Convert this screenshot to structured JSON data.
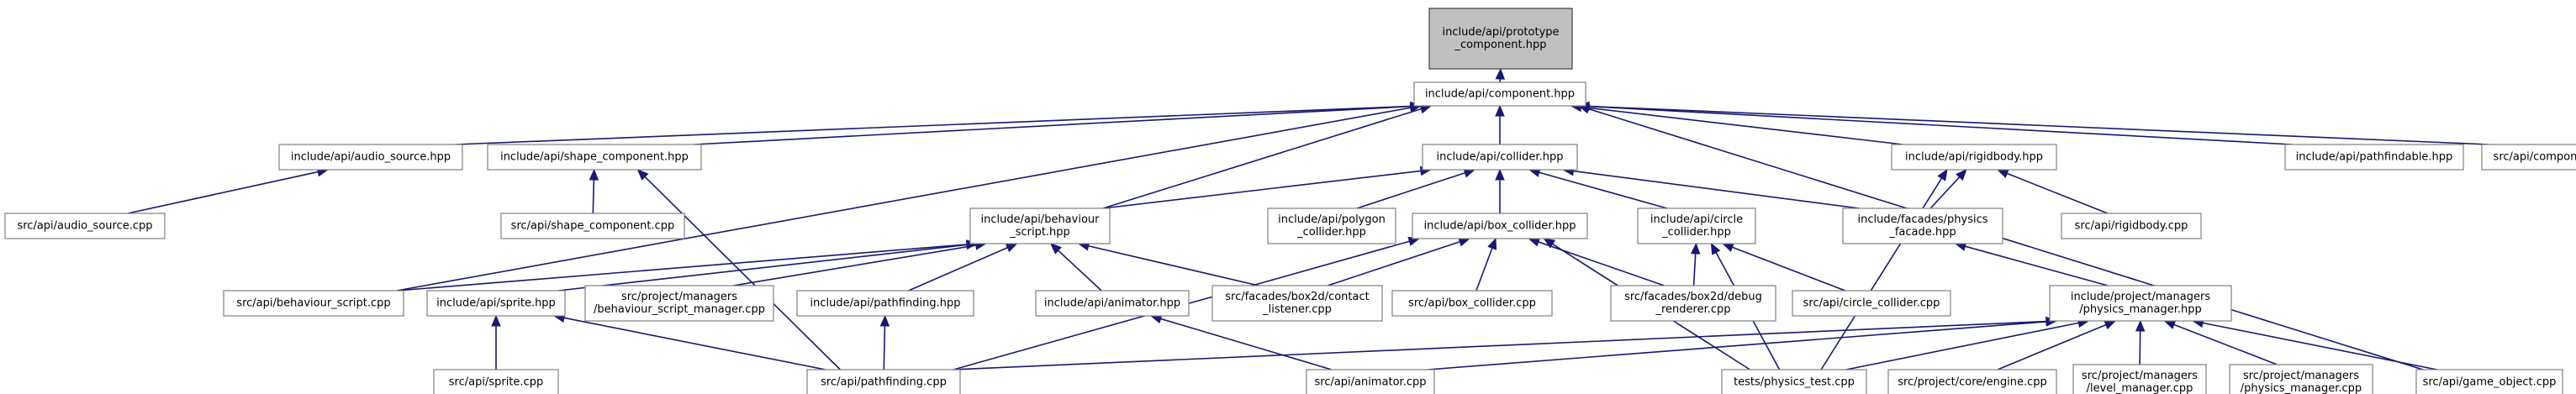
{
  "colors": {
    "edge": "#191970",
    "node_border": "#808080",
    "root_fill": "#c0c0c0"
  },
  "nodes": [
    {
      "id": "n_proto",
      "lines": [
        "include/api/prototype",
        "_component.hpp"
      ],
      "root": true
    },
    {
      "id": "n_comp",
      "lines": [
        "include/api/component.hpp"
      ]
    },
    {
      "id": "n_audio",
      "lines": [
        "include/api/audio_source.hpp"
      ]
    },
    {
      "id": "n_shape",
      "lines": [
        "include/api/shape_component.hpp"
      ]
    },
    {
      "id": "n_coll",
      "lines": [
        "include/api/collider.hpp"
      ]
    },
    {
      "id": "n_rigid",
      "lines": [
        "include/api/rigidbody.hpp"
      ]
    },
    {
      "id": "n_pathable",
      "lines": [
        "include/api/pathfindable.hpp"
      ]
    },
    {
      "id": "n_compcpp",
      "lines": [
        "src/api/component.cpp"
      ]
    },
    {
      "id": "n_audiocpp",
      "lines": [
        "src/api/audio_source.cpp"
      ]
    },
    {
      "id": "n_shapecpp",
      "lines": [
        "src/api/shape_component.cpp"
      ]
    },
    {
      "id": "n_bscript",
      "lines": [
        "include/api/behaviour",
        "_script.hpp"
      ]
    },
    {
      "id": "n_polygon",
      "lines": [
        "include/api/polygon",
        "_collider.hpp"
      ]
    },
    {
      "id": "n_box",
      "lines": [
        "include/api/box_collider.hpp"
      ]
    },
    {
      "id": "n_circle",
      "lines": [
        "include/api/circle",
        "_collider.hpp"
      ]
    },
    {
      "id": "n_physfacade",
      "lines": [
        "include/facades/physics",
        "_facade.hpp"
      ]
    },
    {
      "id": "n_rigidcpp",
      "lines": [
        "src/api/rigidbody.cpp"
      ]
    },
    {
      "id": "n_bscriptcpp",
      "lines": [
        "src/api/behaviour_script.cpp"
      ]
    },
    {
      "id": "n_sprite",
      "lines": [
        "include/api/sprite.hpp"
      ]
    },
    {
      "id": "n_bsmgr",
      "lines": [
        "src/project/managers",
        "/behaviour_script_manager.cpp"
      ]
    },
    {
      "id": "n_pathh",
      "lines": [
        "include/api/pathfinding.hpp"
      ]
    },
    {
      "id": "n_anim",
      "lines": [
        "include/api/animator.hpp"
      ]
    },
    {
      "id": "n_contact",
      "lines": [
        "src/facades/box2d/contact",
        "_listener.cpp"
      ]
    },
    {
      "id": "n_boxcpp",
      "lines": [
        "src/api/box_collider.cpp"
      ]
    },
    {
      "id": "n_debug",
      "lines": [
        "src/facades/box2d/debug",
        "_renderer.cpp"
      ]
    },
    {
      "id": "n_circlecpp",
      "lines": [
        "src/api/circle_collider.cpp"
      ]
    },
    {
      "id": "n_physmgr",
      "lines": [
        "include/project/managers",
        "/physics_manager.hpp"
      ]
    },
    {
      "id": "n_spritecpp",
      "lines": [
        "src/api/sprite.cpp"
      ]
    },
    {
      "id": "n_pathcpp",
      "lines": [
        "src/api/pathfinding.cpp"
      ]
    },
    {
      "id": "n_animcpp",
      "lines": [
        "src/api/animator.cpp"
      ]
    },
    {
      "id": "n_phystest",
      "lines": [
        "tests/physics_test.cpp"
      ]
    },
    {
      "id": "n_engine",
      "lines": [
        "src/project/core/engine.cpp"
      ]
    },
    {
      "id": "n_levelmgr",
      "lines": [
        "src/project/managers",
        "/level_manager.cpp"
      ]
    },
    {
      "id": "n_physmgrcpp",
      "lines": [
        "src/project/managers",
        "/physics_manager.cpp"
      ]
    },
    {
      "id": "n_gameobj",
      "lines": [
        "src/api/game_object.cpp"
      ]
    }
  ],
  "edges": [
    [
      "n_comp",
      "n_proto"
    ],
    [
      "n_audio",
      "n_comp"
    ],
    [
      "n_shape",
      "n_comp"
    ],
    [
      "n_coll",
      "n_comp"
    ],
    [
      "n_rigid",
      "n_comp"
    ],
    [
      "n_pathable",
      "n_comp"
    ],
    [
      "n_compcpp",
      "n_comp"
    ],
    [
      "n_bscript",
      "n_comp"
    ],
    [
      "n_bscriptcpp",
      "n_comp"
    ],
    [
      "n_gameobj",
      "n_comp"
    ],
    [
      "n_audiocpp",
      "n_audio"
    ],
    [
      "n_shapecpp",
      "n_shape"
    ],
    [
      "n_pathcpp",
      "n_shape"
    ],
    [
      "n_bscript",
      "n_coll"
    ],
    [
      "n_polygon",
      "n_coll"
    ],
    [
      "n_box",
      "n_coll"
    ],
    [
      "n_circle",
      "n_coll"
    ],
    [
      "n_physfacade",
      "n_coll"
    ],
    [
      "n_physfacade",
      "n_rigid"
    ],
    [
      "n_rigidcpp",
      "n_rigid"
    ],
    [
      "n_phystest",
      "n_rigid"
    ],
    [
      "n_bscriptcpp",
      "n_bscript"
    ],
    [
      "n_sprite",
      "n_bscript"
    ],
    [
      "n_bsmgr",
      "n_bscript"
    ],
    [
      "n_pathh",
      "n_bscript"
    ],
    [
      "n_anim",
      "n_bscript"
    ],
    [
      "n_contact",
      "n_bscript"
    ],
    [
      "n_contact",
      "n_box"
    ],
    [
      "n_boxcpp",
      "n_box"
    ],
    [
      "n_debug",
      "n_box"
    ],
    [
      "n_phystest",
      "n_box"
    ],
    [
      "n_pathcpp",
      "n_box"
    ],
    [
      "n_debug",
      "n_circle"
    ],
    [
      "n_circlecpp",
      "n_circle"
    ],
    [
      "n_phystest",
      "n_circle"
    ],
    [
      "n_physmgr",
      "n_physfacade"
    ],
    [
      "n_spritecpp",
      "n_sprite"
    ],
    [
      "n_pathcpp",
      "n_sprite"
    ],
    [
      "n_pathcpp",
      "n_pathh"
    ],
    [
      "n_animcpp",
      "n_anim"
    ],
    [
      "n_pathcpp",
      "n_physmgr"
    ],
    [
      "n_animcpp",
      "n_physmgr"
    ],
    [
      "n_phystest",
      "n_physmgr"
    ],
    [
      "n_engine",
      "n_physmgr"
    ],
    [
      "n_levelmgr",
      "n_physmgr"
    ],
    [
      "n_physmgrcpp",
      "n_physmgr"
    ],
    [
      "n_gameobj",
      "n_physmgr"
    ]
  ]
}
